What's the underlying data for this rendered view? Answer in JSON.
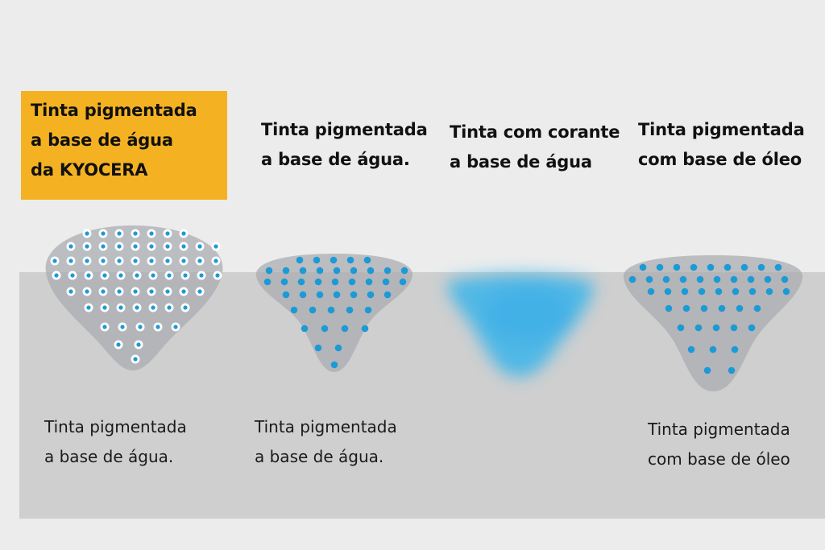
{
  "colors": {
    "background": "#ececec",
    "surface_band": "#cfcfcf",
    "highlight": "#f4b222",
    "cone": "#a8aab0",
    "pigment_dot": "#1d9ad6",
    "dye": "#3bb4ea"
  },
  "columns": [
    {
      "id": "kyocera",
      "title": [
        "Tinta pigmentada",
        "a base de água",
        "da KYOCERA"
      ],
      "caption": [
        "Tinta pigmentada",
        "a base de água."
      ],
      "highlighted": true,
      "dot_style": "ringed"
    },
    {
      "id": "pigment-water",
      "title": [
        "Tinta pigmentada",
        "a base de água."
      ],
      "caption": [
        "Tinta pigmentada",
        "a base de água."
      ],
      "highlighted": false,
      "dot_style": "solid"
    },
    {
      "id": "dye-water",
      "title": [
        "Tinta com corante",
        "a base de água"
      ],
      "caption": [],
      "highlighted": false,
      "dot_style": "diffuse"
    },
    {
      "id": "pigment-oil",
      "title": [
        "Tinta pigmentada",
        "com base de óleo"
      ],
      "caption": [
        "Tinta pigmentada",
        "com base de óleo"
      ],
      "highlighted": false,
      "dot_style": "solid"
    }
  ]
}
